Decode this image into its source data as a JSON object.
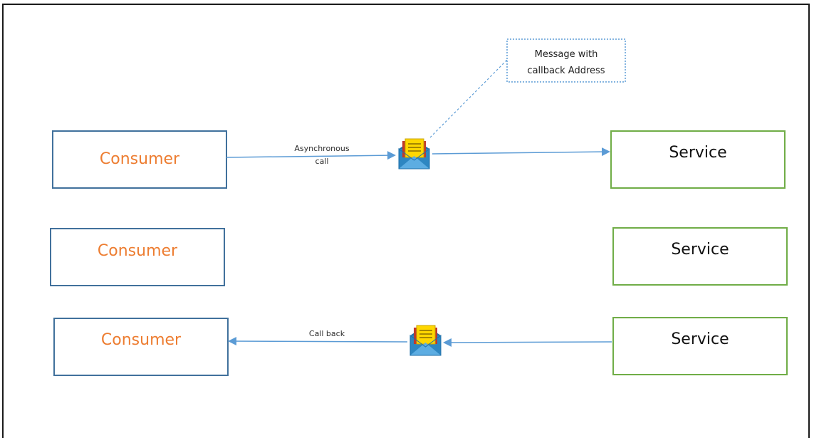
{
  "colors": {
    "consumer_border": "#41719c",
    "consumer_text": "#ed7d31",
    "service_border": "#70ad47",
    "service_text": "#111111",
    "arrow": "#5b9bd5",
    "note_border": "#5b9bd5",
    "envelope_blue": "#2e86c1",
    "envelope_yellow": "#ffd700",
    "envelope_red": "#c0392b"
  },
  "rows": [
    {
      "consumer": {
        "label": "Consumer"
      },
      "service": {
        "label": "Service"
      },
      "arrow_label_line1": "Asynchronous",
      "arrow_label_line2": "call",
      "direction": "consumer-to-service",
      "envelope_icon": "envelope-message-icon"
    },
    {
      "consumer": {
        "label": "Consumer"
      },
      "service": {
        "label": "Service"
      }
    },
    {
      "consumer": {
        "label": "Consumer"
      },
      "service": {
        "label": "Service"
      },
      "arrow_label_line1": "Call back",
      "direction": "service-to-consumer",
      "envelope_icon": "envelope-message-icon"
    }
  ],
  "note": {
    "line1": "Message with",
    "line2": "callback Address"
  }
}
